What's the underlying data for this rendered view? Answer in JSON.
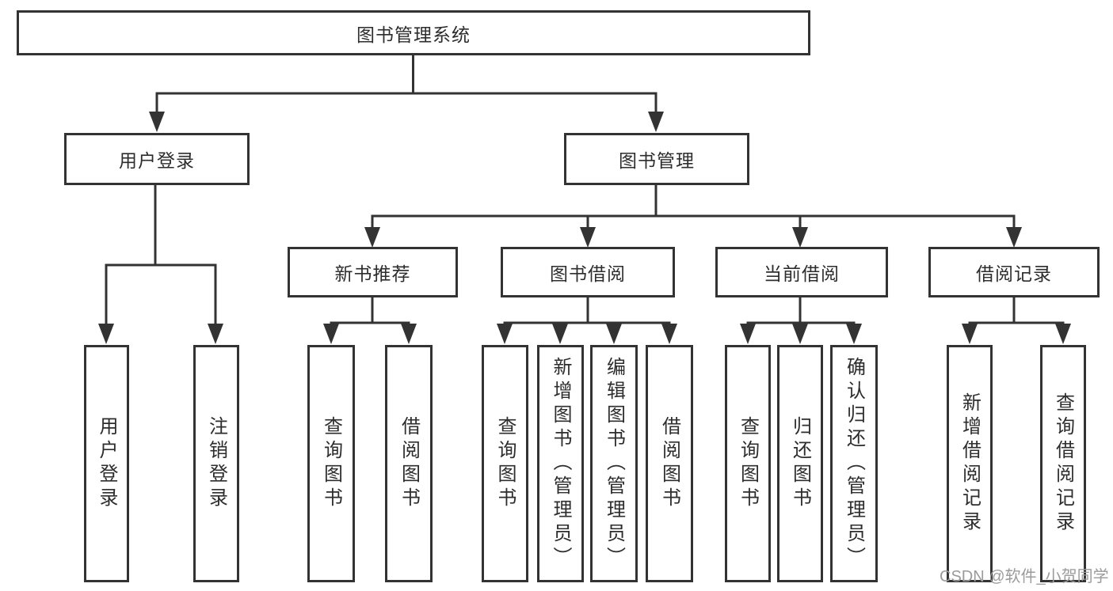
{
  "title": {
    "label": "图书管理系统"
  },
  "level2": [
    {
      "label": "用户登录"
    },
    {
      "label": "图书管理"
    }
  ],
  "level3": [
    {
      "label": "新书推荐"
    },
    {
      "label": "图书借阅"
    },
    {
      "label": "当前借阅"
    },
    {
      "label": "借阅记录"
    }
  ],
  "leaves": {
    "user": [
      {
        "label": "用户登录"
      },
      {
        "label": "注销登录"
      }
    ],
    "newbook": [
      {
        "label": "查询图书"
      },
      {
        "label": "借阅图书"
      }
    ],
    "borrow": [
      {
        "label": "查询图书"
      },
      {
        "label": "新增图书（管理员）"
      },
      {
        "label": "编辑图书（管理员）"
      },
      {
        "label": "借阅图书"
      }
    ],
    "current": [
      {
        "label": "查询图书"
      },
      {
        "label": "归还图书"
      },
      {
        "label": "确认归还（管理员）"
      }
    ],
    "records": [
      {
        "label": "新增借阅记录"
      },
      {
        "label": "查询借阅记录"
      }
    ]
  },
  "watermark": {
    "text": "CSDN @软件_小贺同学"
  },
  "colors": {
    "line": "#333333",
    "text": "#2d2d2d",
    "watermark": "#9b9b9b",
    "background": "#ffffff"
  }
}
